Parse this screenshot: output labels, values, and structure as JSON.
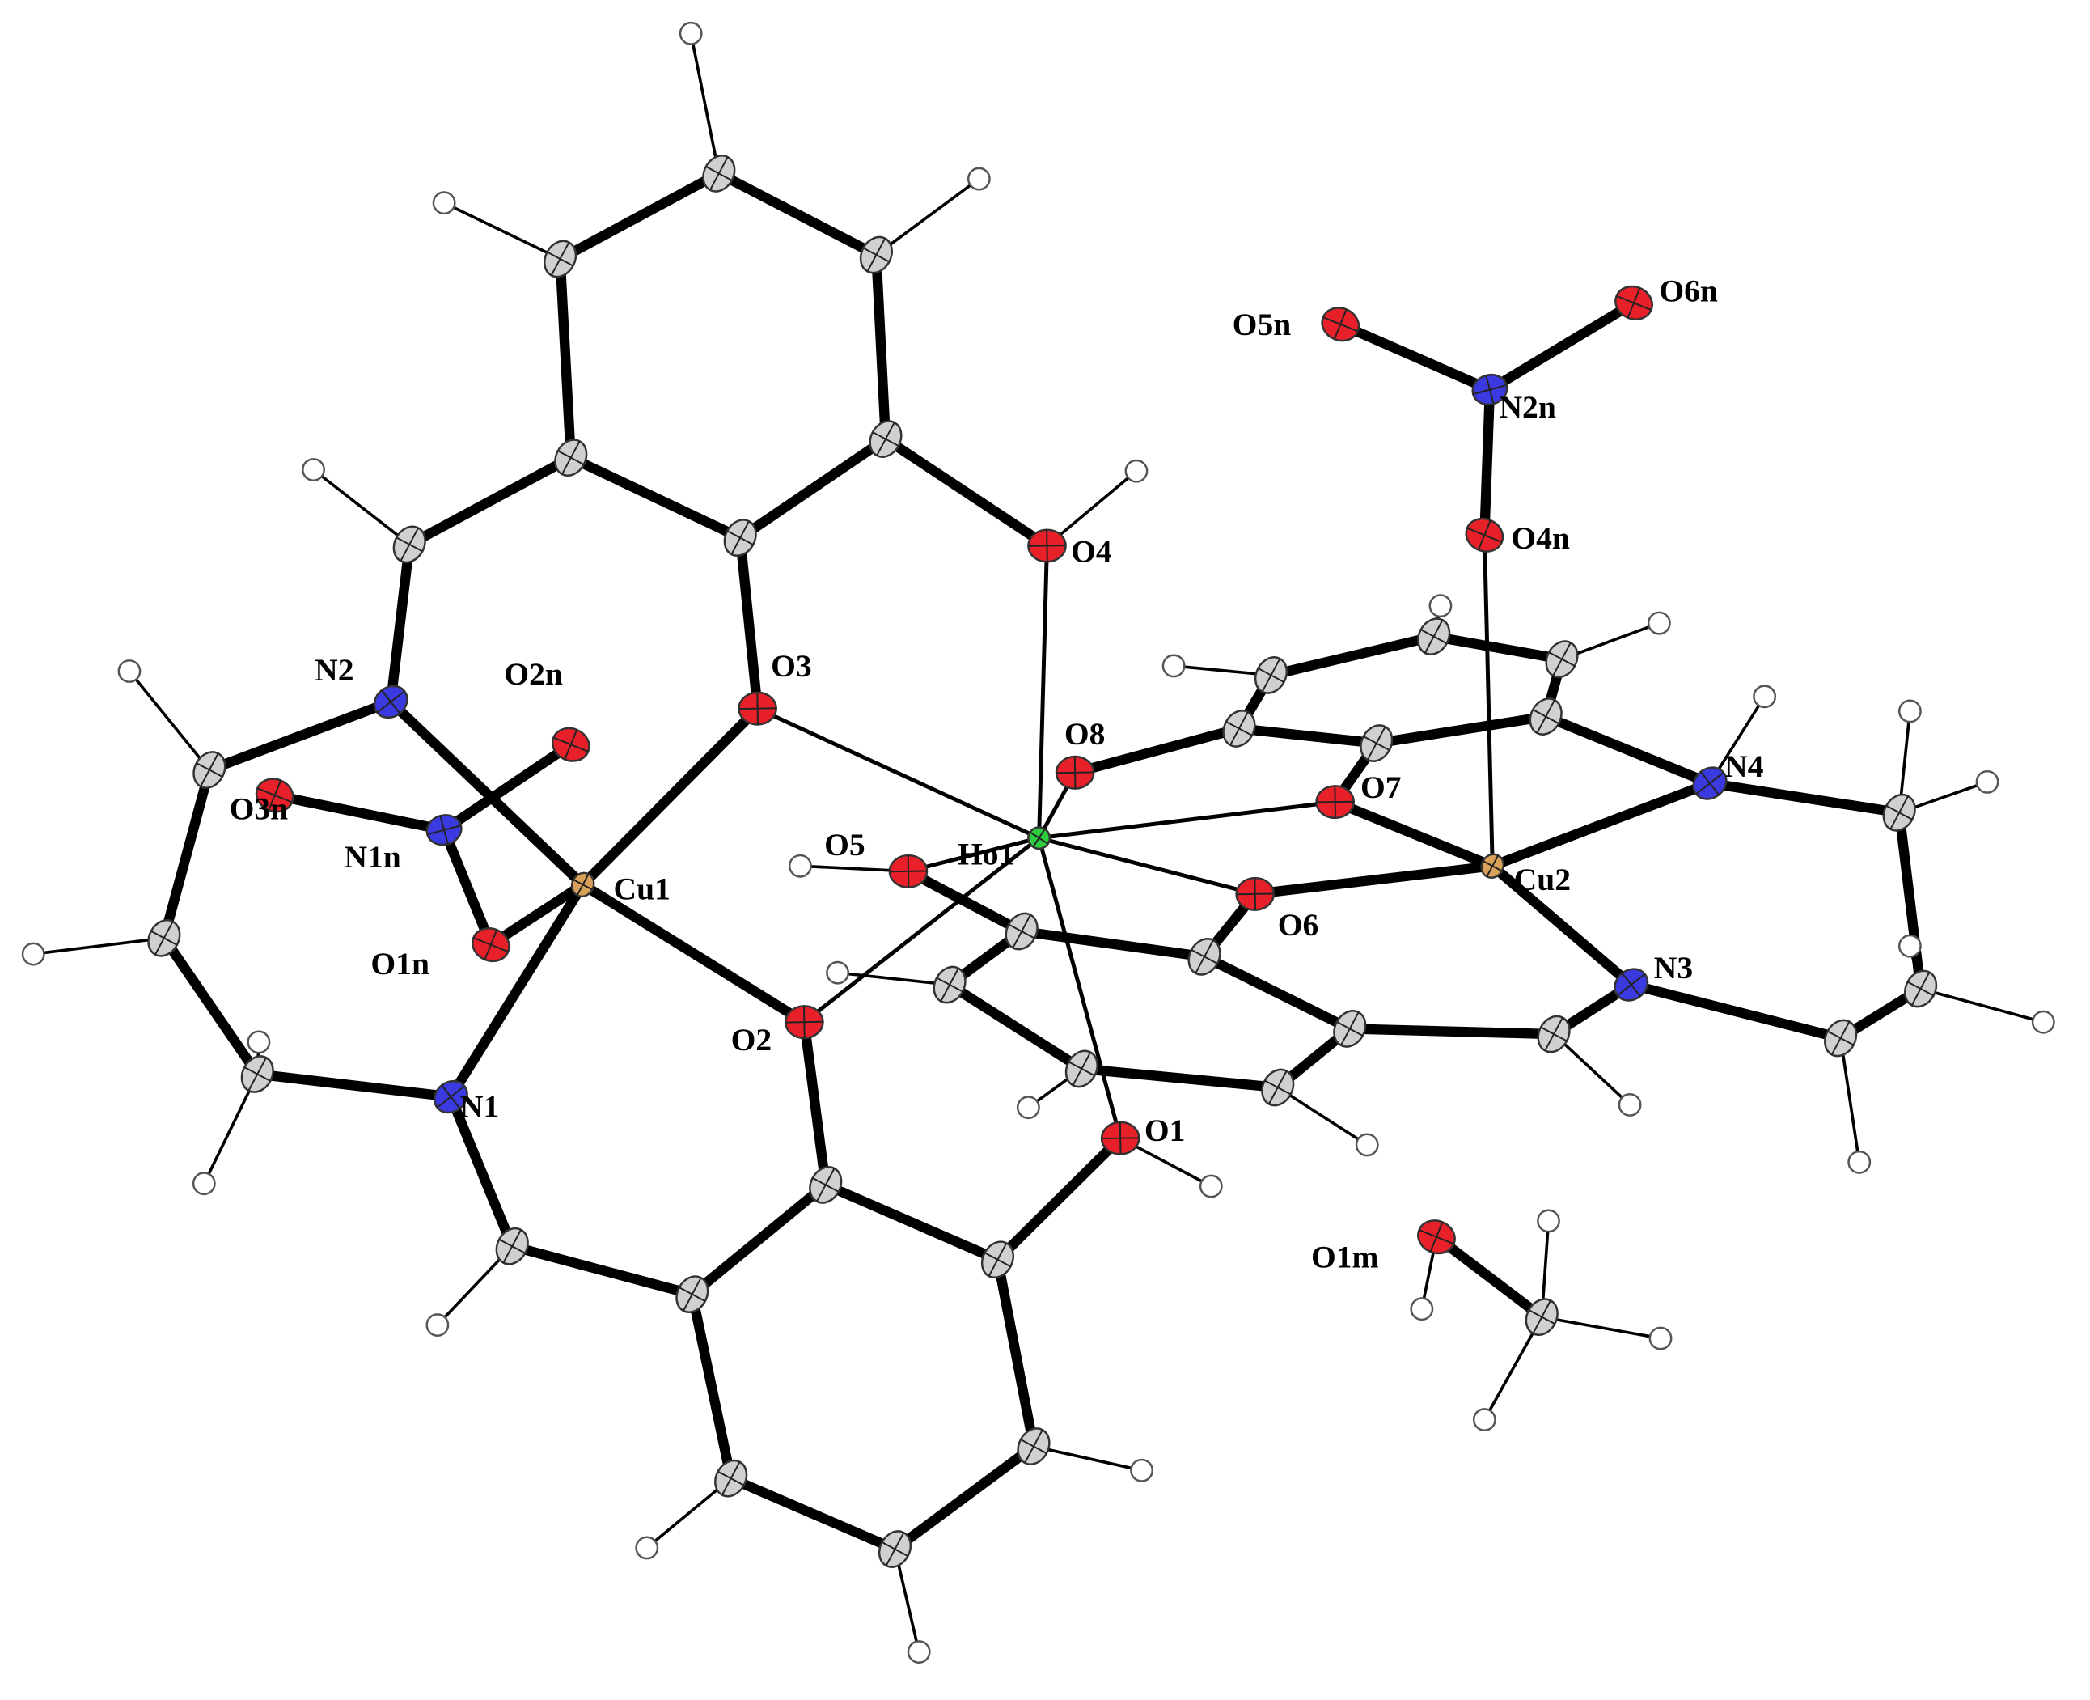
{
  "colors": {
    "bond": "#000000",
    "carbon": "#d0d0d0",
    "hydrogen": "#ffffff",
    "oxygen": "#e8202a",
    "nitrogen": "#3a3ae0",
    "copper": "#d9a05a",
    "holmium": "#2ecc40",
    "outline": "#333333"
  },
  "atom_types": {
    "carbon": "carbon-atom",
    "hydrogen": "hydrogen-atom",
    "oxygen": "oxygen-atom",
    "nitrogen": "nitrogen-atom",
    "copper": "copper-atom",
    "holmium": "holmium-atom"
  },
  "labels": {
    "Ho1": "Ho1",
    "Cu1": "Cu1",
    "Cu2": "Cu2",
    "O1": "O1",
    "O2": "O2",
    "O3": "O3",
    "O4": "O4",
    "O5": "O5",
    "O6": "O6",
    "O7": "O7",
    "O8": "O8",
    "N1": "N1",
    "N2": "N2",
    "N3": "N3",
    "N4": "N4",
    "N1n": "N1n",
    "N2n": "N2n",
    "O1n": "O1n",
    "O2n": "O2n",
    "O3n": "O3n",
    "O4n": "O4n",
    "O5n": "O5n",
    "O6n": "O6n",
    "O1m": "O1m"
  }
}
